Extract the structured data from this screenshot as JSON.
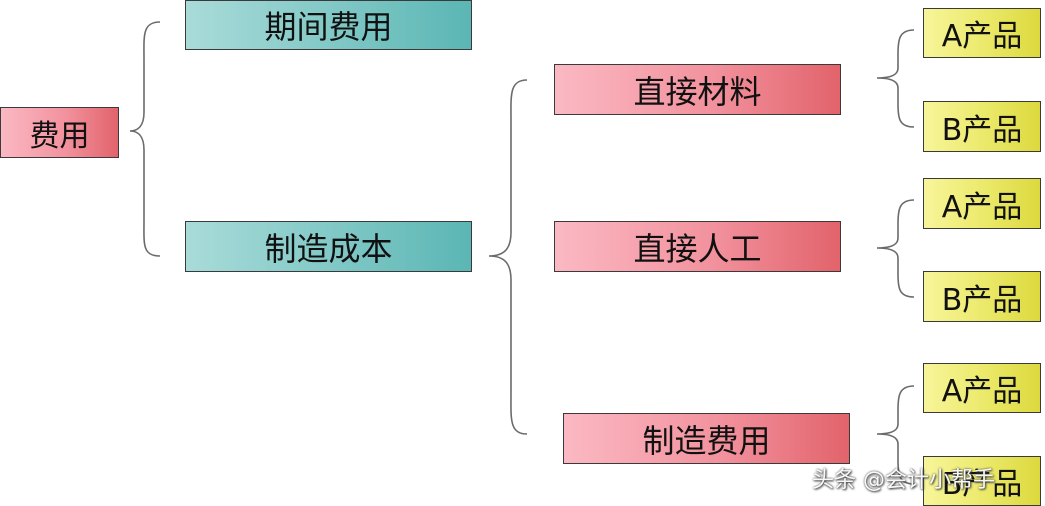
{
  "root": {
    "label": "费用"
  },
  "level1": {
    "period": {
      "label": "期间费用"
    },
    "manufacturing": {
      "label": "制造成本"
    }
  },
  "level2": {
    "materials": {
      "label": "直接材料"
    },
    "labor": {
      "label": "直接人工"
    },
    "overhead": {
      "label": "制造费用"
    }
  },
  "leaves": {
    "materials": [
      "A产品",
      "B产品"
    ],
    "labor": [
      "A产品",
      "B产品"
    ],
    "overhead": [
      "A产品",
      "B产品"
    ]
  },
  "watermark": "头条 @会计小帮手",
  "colors": {
    "pink_box": "#f2929e",
    "teal_box": "#82c9c7",
    "yellow_box": "#ecea6c",
    "brace_line": "#6b6b6b"
  }
}
